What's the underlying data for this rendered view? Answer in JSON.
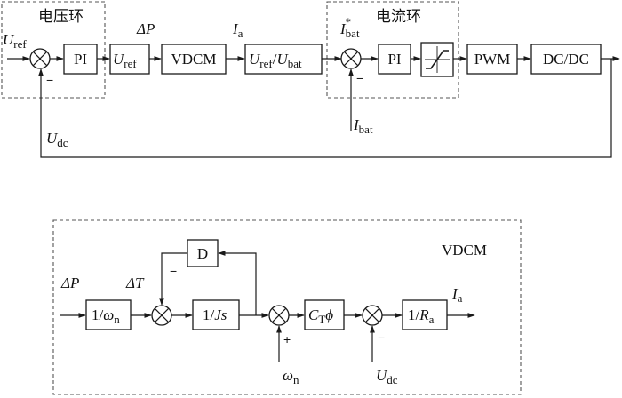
{
  "top": {
    "voltage_loop_label": "电压环",
    "current_loop_label": "电流环",
    "uref_input": {
      "main": "U",
      "sub": "ref"
    },
    "pi1": "PI",
    "uref_box": {
      "main": "U",
      "sub": "ref"
    },
    "delta_p": "ΔP",
    "vdcm": "VDCM",
    "ia": {
      "main": "I",
      "sub": "a"
    },
    "ratio_box": {
      "num_main": "U",
      "num_sub": "ref",
      "slash": "/",
      "den_main": "U",
      "den_sub": "bat"
    },
    "ibat_star": {
      "main": "I",
      "sub": "bat",
      "sup": "*"
    },
    "pi2": "PI",
    "pwm": "PWM",
    "dcdc": "DC/DC",
    "minus1": "−",
    "minus2": "−",
    "ibat": {
      "main": "I",
      "sub": "bat"
    },
    "udc": {
      "main": "U",
      "sub": "dc"
    }
  },
  "bottom": {
    "title": "VDCM",
    "delta_p": "ΔP",
    "delta_t": "ΔT",
    "d_box": "D",
    "inv_omega": {
      "pre": "1/",
      "main": "ω",
      "sub": "n"
    },
    "inv_js": {
      "pre": "1/",
      "main": "Js"
    },
    "ct_phi": {
      "main": "C",
      "sub": "T",
      "post": "ϕ"
    },
    "inv_ra": {
      "pre": "1/",
      "main": "R",
      "sub": "a"
    },
    "ia": {
      "main": "I",
      "sub": "a"
    },
    "omega_n": {
      "main": "ω",
      "sub": "n"
    },
    "udc": {
      "main": "U",
      "sub": "dc"
    },
    "minus_d": "−",
    "plus": "+",
    "minus_udc": "−"
  }
}
